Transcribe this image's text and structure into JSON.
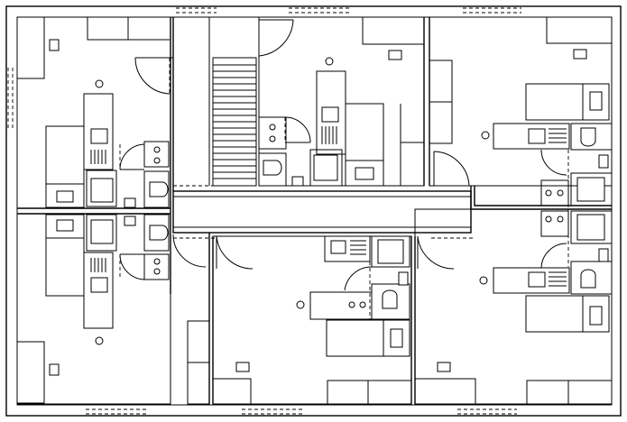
{
  "drawing": {
    "type": "architectural floor plan",
    "units": 6,
    "corridors": 1,
    "staircases": 1,
    "line_color": "#000000",
    "background": "#ffffff",
    "visible_text": []
  },
  "icons": {
    "door": "door-swing-icon",
    "stair": "staircase-icon",
    "sink": "sink-icon",
    "stove": "stove-icon",
    "toilet": "toilet-icon",
    "bed": "bed-icon",
    "lamp": "lamp-icon",
    "window": "window-icon"
  }
}
